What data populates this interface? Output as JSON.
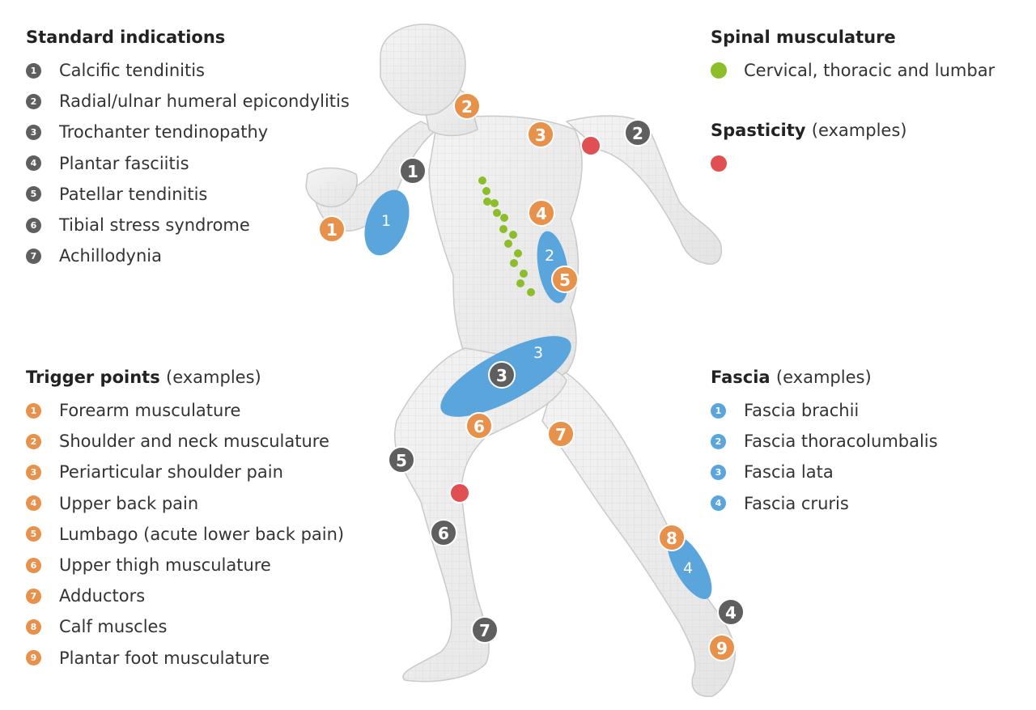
{
  "colors": {
    "standard": "#5f5f5f",
    "trigger": "#e8914a",
    "fascia": "#5aa6dc",
    "spinal": "#8cbd2b",
    "spasticity": "#e05052"
  },
  "standard_indications": {
    "title": "Standard indications",
    "items": [
      {
        "num": "1",
        "label": "Calcific tendinitis"
      },
      {
        "num": "2",
        "label": "Radial/ulnar humeral epicondylitis"
      },
      {
        "num": "3",
        "label": "Trochanter tendinopathy"
      },
      {
        "num": "4",
        "label": "Plantar fasciitis"
      },
      {
        "num": "5",
        "label": "Patellar tendinitis"
      },
      {
        "num": "6",
        "label": "Tibial stress syndrome"
      },
      {
        "num": "7",
        "label": "Achillodynia"
      }
    ]
  },
  "trigger_points": {
    "title": "Trigger points",
    "subtitle": "(examples)",
    "items": [
      {
        "num": "1",
        "label": "Forearm musculature"
      },
      {
        "num": "2",
        "label": "Shoulder and neck musculature"
      },
      {
        "num": "3",
        "label": "Periarticular shoulder pain"
      },
      {
        "num": "4",
        "label": "Upper back pain"
      },
      {
        "num": "5",
        "label": "Lumbago (acute lower back pain)"
      },
      {
        "num": "6",
        "label": "Upper thigh musculature"
      },
      {
        "num": "7",
        "label": "Adductors"
      },
      {
        "num": "8",
        "label": "Calf muscles"
      },
      {
        "num": "9",
        "label": "Plantar foot musculature"
      }
    ]
  },
  "spinal_musculature": {
    "title": "Spinal musculature",
    "items": [
      {
        "label": "Cervical, thoracic and lumbar"
      }
    ]
  },
  "spasticity": {
    "title": "Spasticity",
    "subtitle": "(examples)"
  },
  "fascia": {
    "title": "Fascia",
    "subtitle": "(examples)",
    "items": [
      {
        "num": "1",
        "label": "Fascia brachii"
      },
      {
        "num": "2",
        "label": "Fascia thoracolumbalis"
      },
      {
        "num": "3",
        "label": "Fascia lata"
      },
      {
        "num": "4",
        "label": "Fascia cruris"
      }
    ]
  },
  "body_markers": {
    "standard": [
      "1",
      "2",
      "3",
      "4",
      "5",
      "6",
      "7"
    ],
    "trigger": [
      "1",
      "2",
      "3",
      "4",
      "5",
      "6",
      "7",
      "8",
      "9"
    ],
    "fascia": [
      "1",
      "2",
      "3",
      "4"
    ]
  }
}
